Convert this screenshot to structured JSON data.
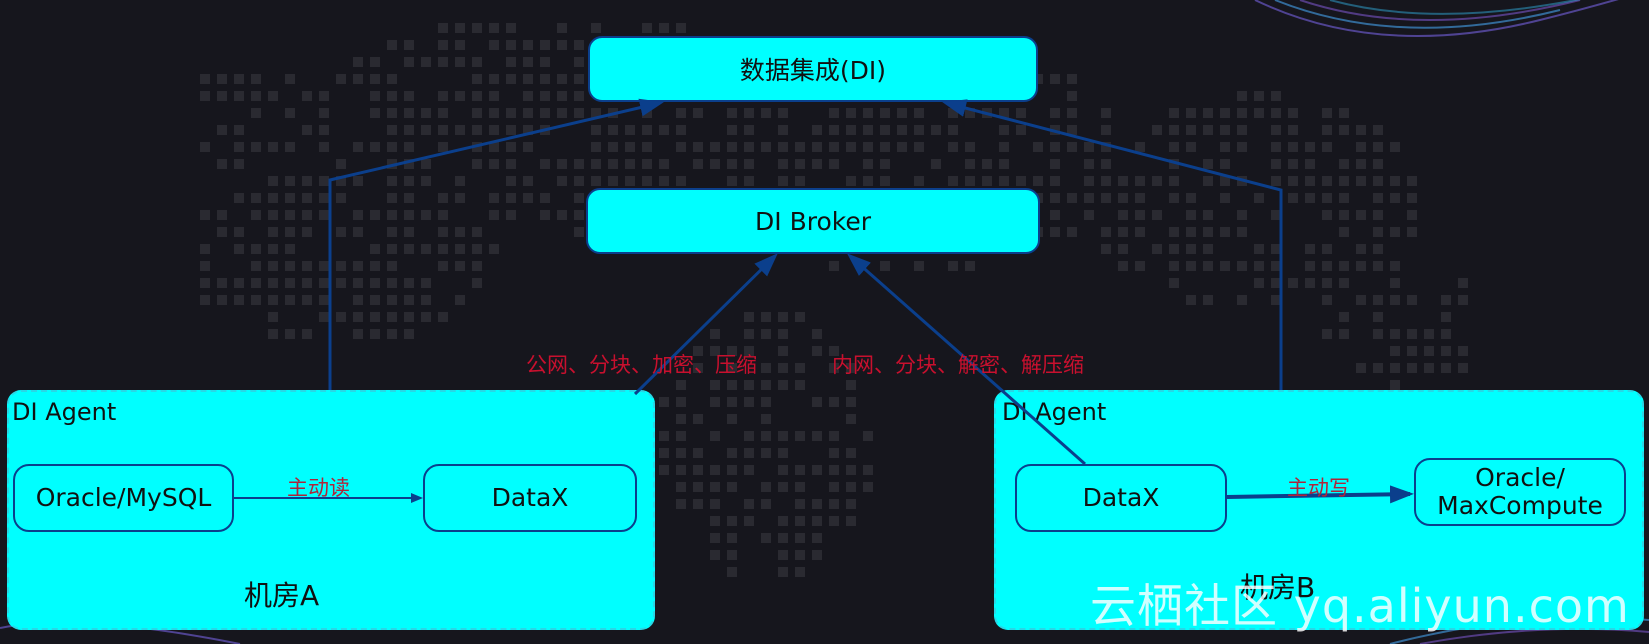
{
  "nodes": {
    "di": "数据集成(DI)",
    "broker": "DI Broker",
    "room_a": {
      "agent_label": "DI Agent",
      "name": "机房A",
      "source": "Oracle/MySQL",
      "datax": "DataX",
      "action": "主动读"
    },
    "room_b": {
      "agent_label": "DI Agent",
      "name": "机房B",
      "datax": "DataX",
      "target_line1": "Oracle/",
      "target_line2": "MaxCompute",
      "action": "主动写"
    }
  },
  "edges": {
    "public_net": "公网、分块、加密、压缩",
    "private_net": "内网、分块、解密、解压缩"
  },
  "watermark": "云栖社区 yq.aliyun.com",
  "colors": {
    "box_fill": "#00ffff",
    "box_border": "#0b3f8c",
    "arrow": "#0b3f8c",
    "note_text": "#c8102e",
    "background": "#16161d"
  }
}
